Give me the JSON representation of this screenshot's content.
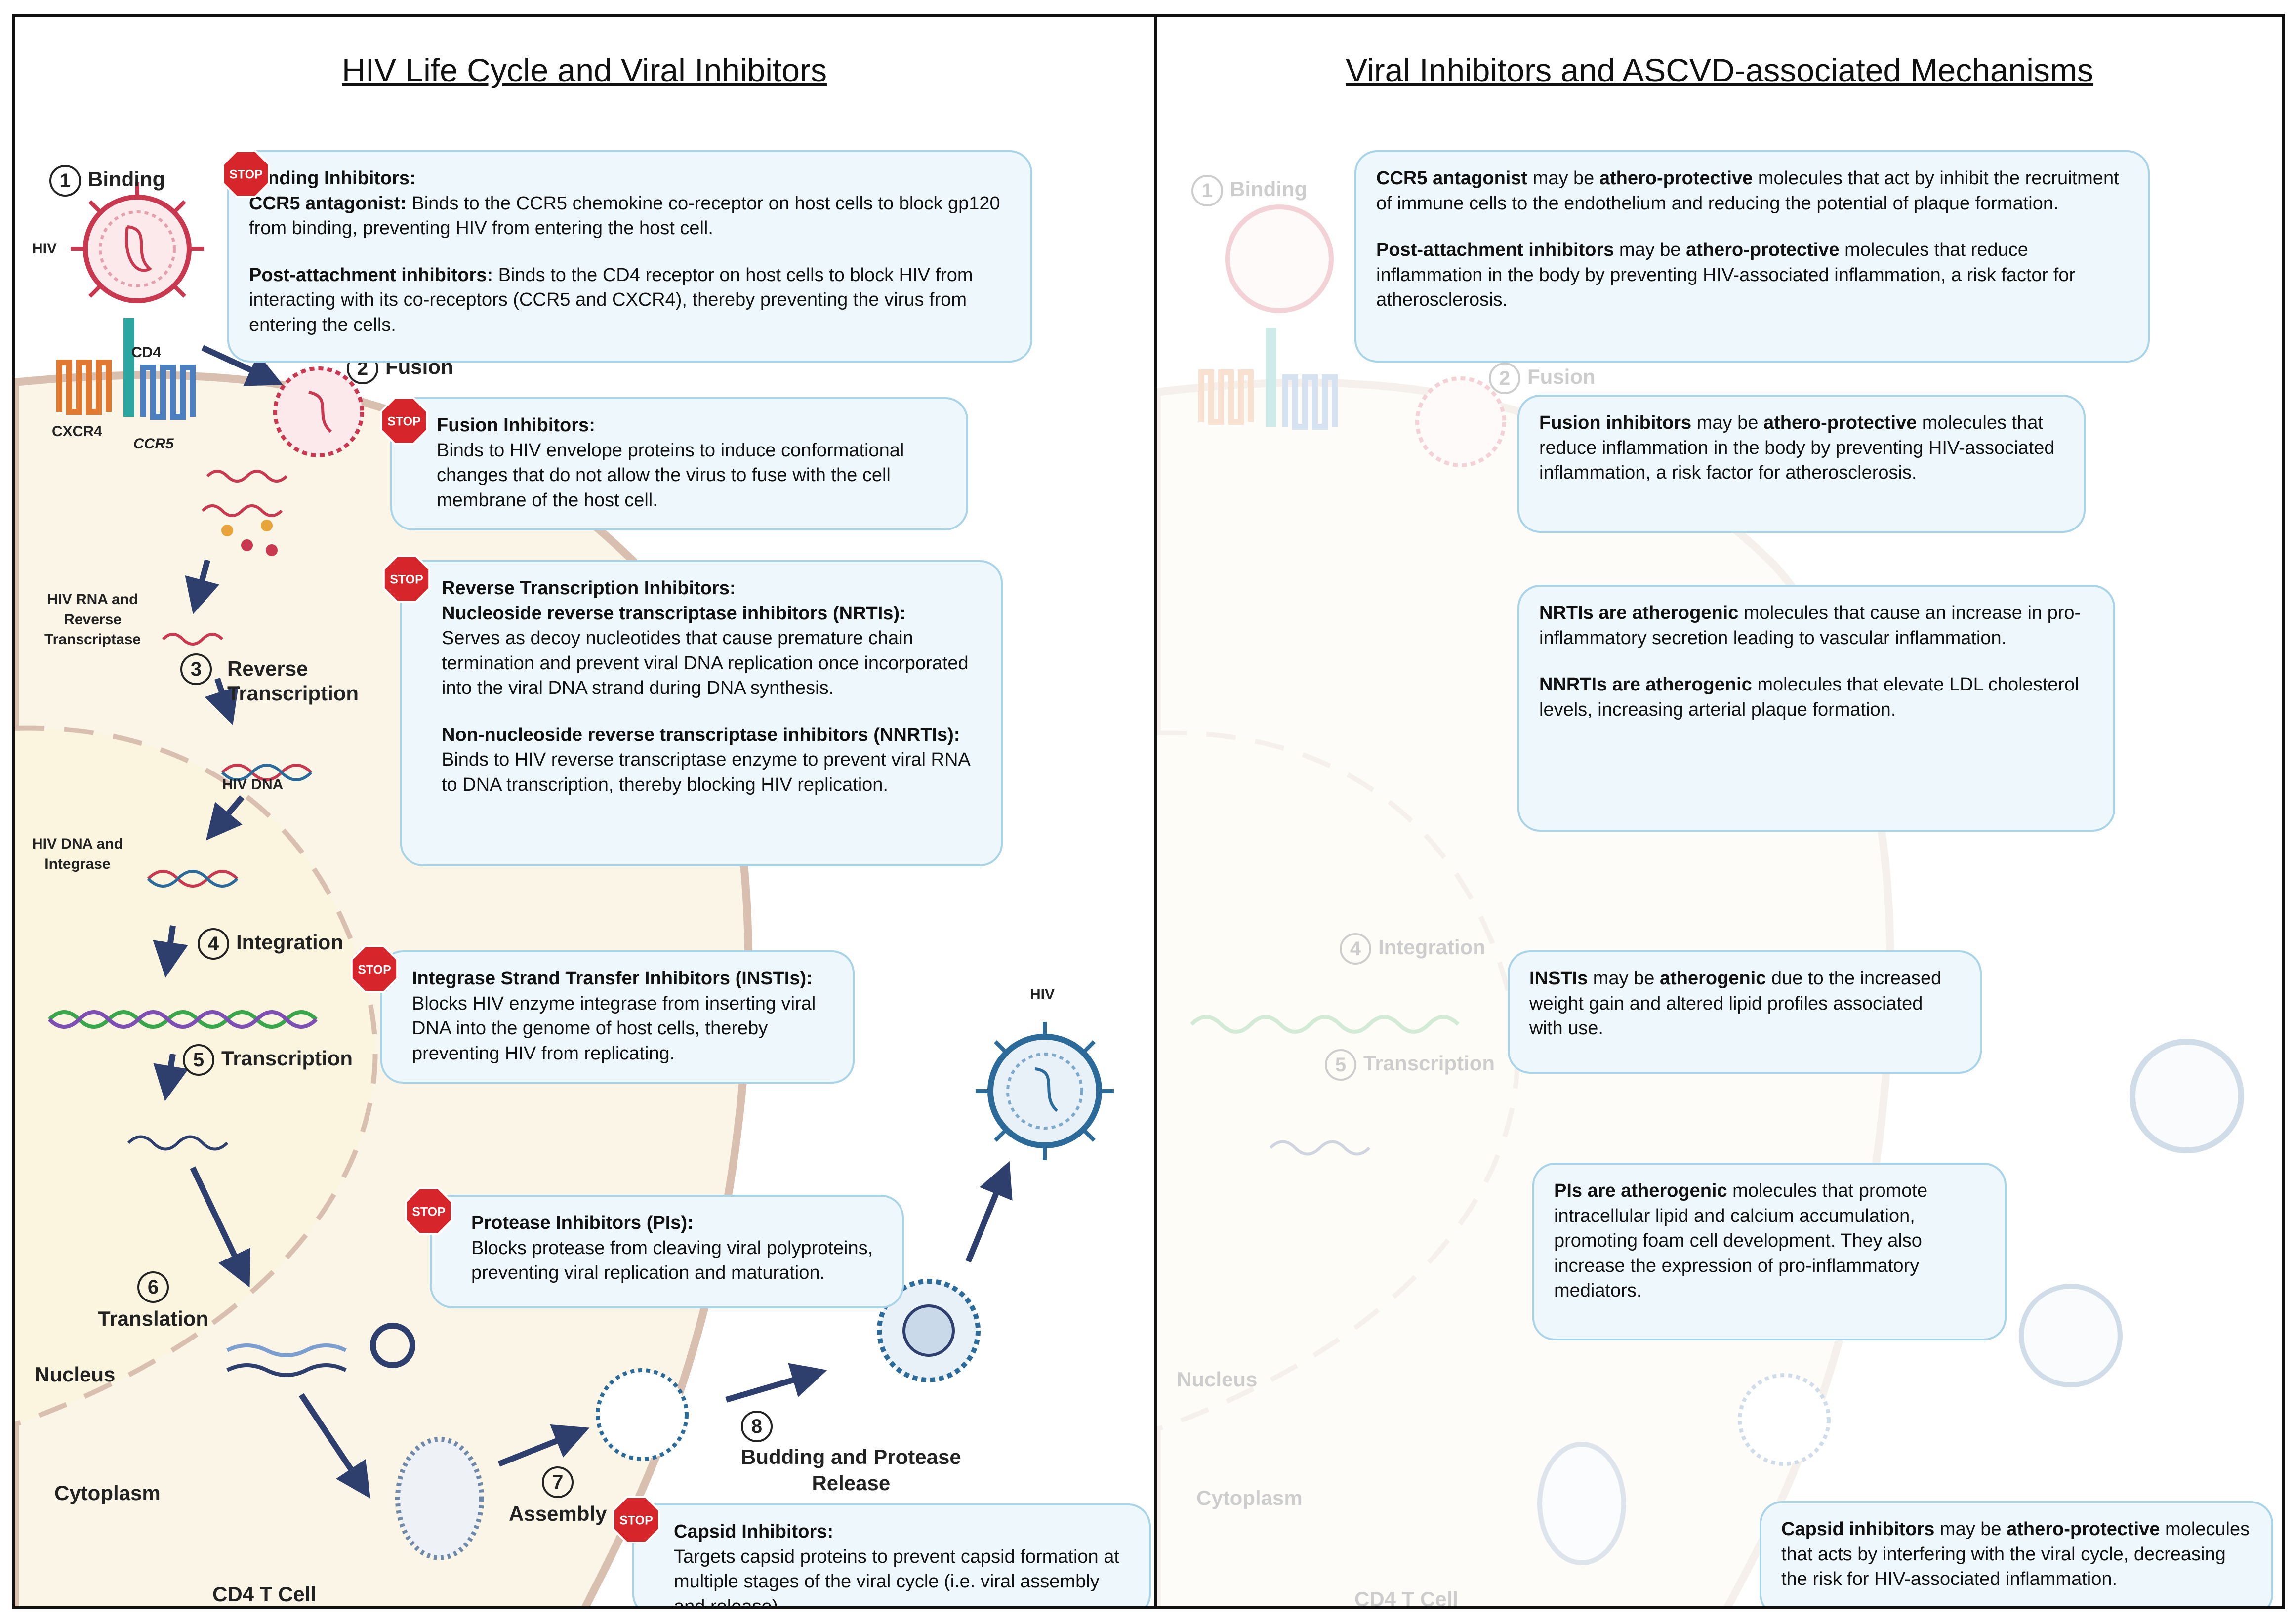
{
  "left": {
    "title": "HIV Life Cycle and Viral Inhibitors",
    "steps": {
      "binding": {
        "num": "1",
        "label": "Binding"
      },
      "fusion": {
        "num": "2",
        "label": "Fusion"
      },
      "reverse_transcription": {
        "num": "3",
        "label": "Reverse\nTranscription"
      },
      "integration": {
        "num": "4",
        "label": "Integration"
      },
      "transcription": {
        "num": "5",
        "label": "Transcription"
      },
      "translation": {
        "num": "6",
        "label": "Translation"
      },
      "assembly": {
        "num": "7",
        "label": "Assembly"
      },
      "budding": {
        "num": "8",
        "label": "Budding and Protease\nRelease"
      }
    },
    "labels": {
      "hiv_top": "HIV",
      "cd4": "CD4",
      "cxcr4": "CXCR4",
      "ccr5": "CCR5",
      "hiv_rna": "HIV RNA and\nReverse\nTranscriptase",
      "hiv_dna": "HIV DNA",
      "hiv_dna_integrase": "HIV DNA and\nIntegrase",
      "nucleus": "Nucleus",
      "cytoplasm": "Cytoplasm",
      "cell": "CD4 T Cell",
      "hiv_released": "HIV"
    },
    "stop_text": "STOP",
    "boxes": {
      "binding": {
        "heading": "Binding Inhibitors:",
        "ccr5_term": "CCR5 antagonist:",
        "ccr5_text": " Binds to the CCR5 chemokine co-receptor on host cells to block gp120 from binding, preventing HIV from entering the host cell.",
        "post_term": "Post-attachment inhibitors:",
        "post_text": " Binds to the CD4 receptor on host cells to block HIV from interacting with its co-receptors (CCR5 and CXCR4), thereby preventing the virus from entering the cells."
      },
      "fusion": {
        "heading": "Fusion Inhibitors:",
        "text": "Binds to HIV envelope proteins to induce conformational changes that do not allow the virus to fuse with the cell membrane of the host cell."
      },
      "rt": {
        "heading": "Reverse Transcription Inhibitors:",
        "nrti_term": "Nucleoside reverse transcriptase inhibitors (NRTIs):",
        "nrti_text": "Serves as decoy nucleotides that cause premature chain termination and prevent viral DNA replication once incorporated into the viral DNA strand during DNA synthesis.",
        "nnrti_term": "Non-nucleoside reverse transcriptase inhibitors (NNRTIs):",
        "nnrti_text": " Binds to HIV reverse transcriptase enzyme to prevent viral RNA to DNA transcription, thereby blocking HIV replication."
      },
      "insti": {
        "heading": "Integrase Strand Transfer Inhibitors (INSTIs):",
        "text": "Blocks HIV enzyme integrase from inserting viral DNA into the genome of host cells, thereby preventing HIV from replicating."
      },
      "pi": {
        "heading": "Protease Inhibitors (PIs):",
        "text": "Blocks protease from cleaving viral polyproteins, preventing viral replication and maturation."
      },
      "capsid": {
        "heading": "Capsid Inhibitors:",
        "text": "Targets capsid proteins to prevent capsid formation at multiple stages of the viral cycle (i.e. viral assembly and release)."
      }
    }
  },
  "right": {
    "title": "Viral Inhibitors and ASCVD-associated Mechanisms",
    "boxes": {
      "binding": {
        "ccr5_term": "CCR5 antagonist",
        "ccr5_mid": " may be ",
        "ccr5_effect": "athero-protective",
        "ccr5_text": " molecules that act by inhibit the recruitment of immune cells to the endothelium and reducing the potential of plaque formation.",
        "post_term": "Post-attachment inhibitors",
        "post_mid": " may be ",
        "post_effect": "athero-protective",
        "post_text": " molecules that reduce inflammation in the body by preventing HIV-associated inflammation, a risk factor for atherosclerosis."
      },
      "fusion": {
        "term": "Fusion inhibitors",
        "mid": " may be ",
        "effect": "athero-protective",
        "text": " molecules that reduce inflammation in the body by preventing HIV-associated inflammation, a risk factor for atherosclerosis."
      },
      "rt": {
        "nrti_term": "NRTIs are atherogenic",
        "nrti_text": " molecules that cause an increase in pro-inflammatory secretion leading to vascular inflammation.",
        "nnrti_term": "NNRTIs are atherogenic",
        "nnrti_text": " molecules that elevate LDL cholesterol levels, increasing arterial plaque formation."
      },
      "insti": {
        "term": "INSTIs",
        "mid": " may be ",
        "effect": "atherogenic",
        "text": " due to the increased weight gain and altered lipid profiles associated with use."
      },
      "pi": {
        "term": "PIs are atherogenic",
        "text": " molecules that promote intracellular lipid and calcium accumulation, promoting foam cell development. They also increase the expression of pro-inflammatory mediators."
      },
      "capsid": {
        "term": "Capsid inhibitors",
        "mid": " may be ",
        "effect": "athero-protective",
        "text": " molecules that acts by interfering with the viral cycle, decreasing the risk for HIV-associated inflammation."
      }
    }
  },
  "colors": {
    "box_fill": "#eef7fb",
    "box_border": "#a9d3e6",
    "cytoplasm": "#faf5e6",
    "membrane": "#d9bfb0",
    "stop_red": "#d7262b",
    "arrow": "#2e3f6e",
    "virus_red": "#c8384f",
    "virus_blue": "#2c6a9a"
  }
}
